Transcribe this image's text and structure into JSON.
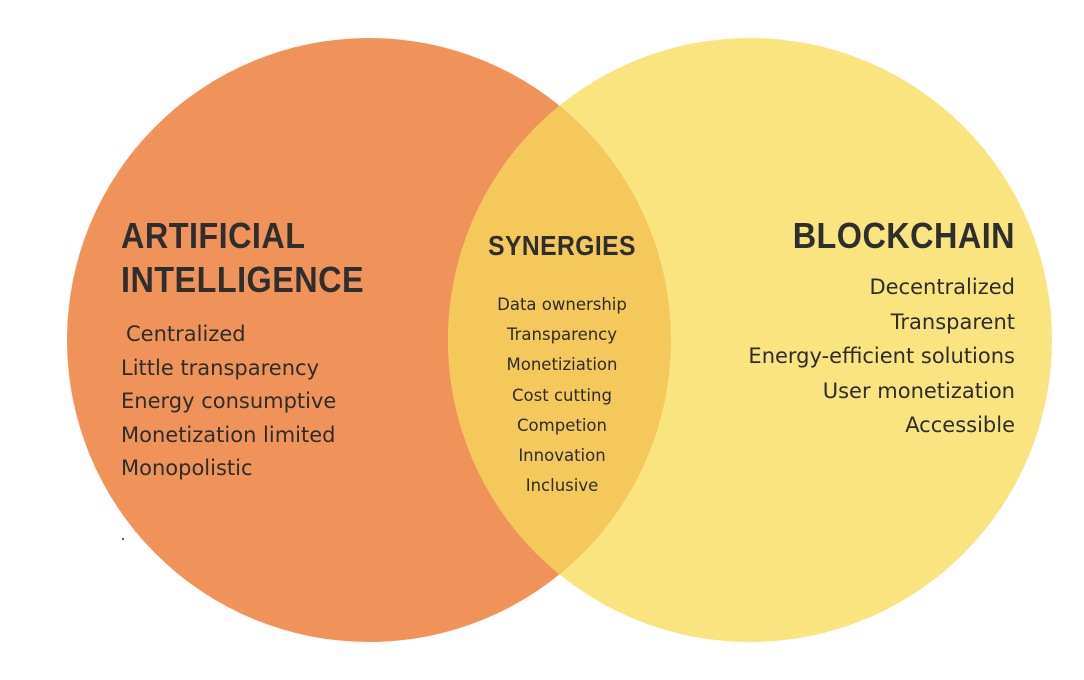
{
  "colors": {
    "left_circle": "#f0935a",
    "right_circle": "#f9e47f",
    "overlap": "#f5c85c",
    "text": "#2d2d2d"
  },
  "left": {
    "title_line1": "ARTIFICIAL",
    "title_line2": "INTELLIGENCE",
    "items": [
      "Centralized",
      "Little transparency",
      "Energy consumptive",
      "Monetization limited",
      "Monopolistic"
    ]
  },
  "center": {
    "title": "SYNERGIES",
    "items": [
      "Data ownership",
      "Transparency",
      "Monetiziation",
      "Cost cutting",
      "Competion",
      "Innovation",
      "Inclusive"
    ]
  },
  "right": {
    "title": "BLOCKCHAIN",
    "items": [
      "Decentralized",
      "Transparent",
      "Energy-efficient solutions",
      "User monetization",
      "Accessible"
    ]
  }
}
